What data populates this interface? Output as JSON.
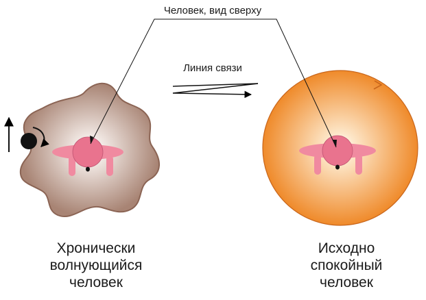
{
  "labels": {
    "top": "Человек, вид сверху",
    "link": "Линия связи",
    "left_lines": [
      "Хронически",
      "волнующийся",
      "человек"
    ],
    "right_lines": [
      "Исходно",
      "спокойный",
      "человек"
    ]
  },
  "colors": {
    "blob_outer": "#a88474",
    "blob_inner": "#ffffff",
    "blob_stroke": "#8b6454",
    "circle_outer": "#ef8a2a",
    "circle_inner": "#fde6c8",
    "circle_stroke": "#c8651b",
    "person_body": "#f08aa0",
    "person_head": "#e9738e",
    "person_stroke": "#c25573",
    "ink": "#000000"
  },
  "icons": {
    "person_left": "person-top-view-icon",
    "person_right": "person-top-view-icon",
    "ball": "black-ball-icon",
    "rotation": "rotation-arrow-icon",
    "up_arrow": "up-arrow-icon",
    "link_arrow": "zigzag-arrow-icon",
    "circle_arrow": "circular-arrow-head-icon"
  }
}
